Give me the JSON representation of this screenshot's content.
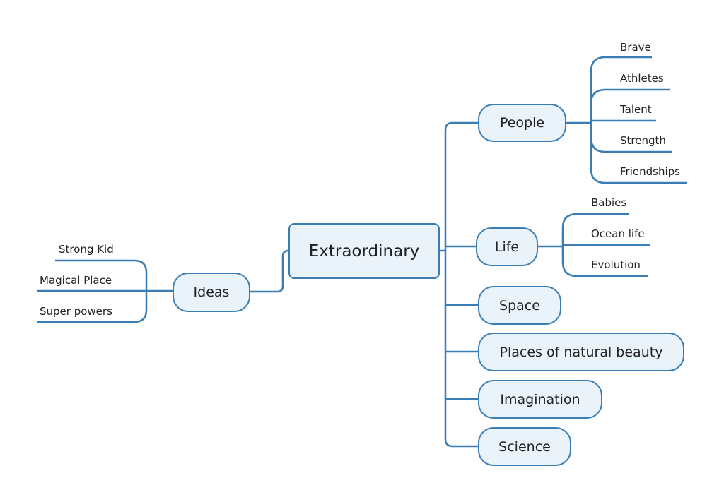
{
  "central": "Extraordinary",
  "left": {
    "label": "Ideas",
    "children": [
      "Strong Kid",
      "Magical Place",
      "Super powers"
    ]
  },
  "right": [
    {
      "label": "People",
      "children": [
        "Brave",
        "Athletes",
        "Talent",
        "Strength",
        "Friendships"
      ]
    },
    {
      "label": "Life",
      "children": [
        "Babies",
        "Ocean life",
        "Evolution"
      ]
    },
    {
      "label": "Space",
      "children": []
    },
    {
      "label": "Places of natural beauty",
      "children": []
    },
    {
      "label": "Imagination",
      "children": []
    },
    {
      "label": "Science",
      "children": []
    }
  ],
  "colors": {
    "line": "#3a7db5",
    "fill": "#eaf2fa"
  }
}
